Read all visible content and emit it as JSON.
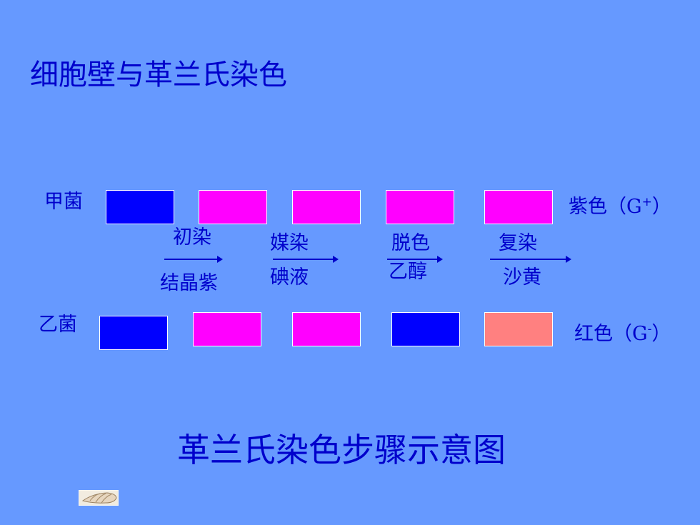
{
  "title": "细胞壁与革兰氏染色",
  "row_a": {
    "name": "甲菌",
    "result_text": "紫色（G",
    "result_sign": "+",
    "result_close": "）",
    "colors": [
      "#0000ff",
      "#ff00ff",
      "#ff00ff",
      "#ff00ff",
      "#ff00ff"
    ]
  },
  "row_b": {
    "name": "乙菌",
    "result_text": "红色（G",
    "result_sign": "-",
    "result_close": "）",
    "colors": [
      "#0000ff",
      "#ff00ff",
      "#ff00ff",
      "#0000ff",
      "#ff8080"
    ]
  },
  "steps": [
    {
      "name": "初染",
      "reagent": "结晶紫"
    },
    {
      "name": "媒染",
      "reagent": "碘液"
    },
    {
      "name": "脱色",
      "reagent": "乙醇"
    },
    {
      "name": "复染",
      "reagent": "沙黄"
    }
  ],
  "caption": "革兰氏染色步骤示意图",
  "icons": {
    "nav": "shell-icon"
  }
}
